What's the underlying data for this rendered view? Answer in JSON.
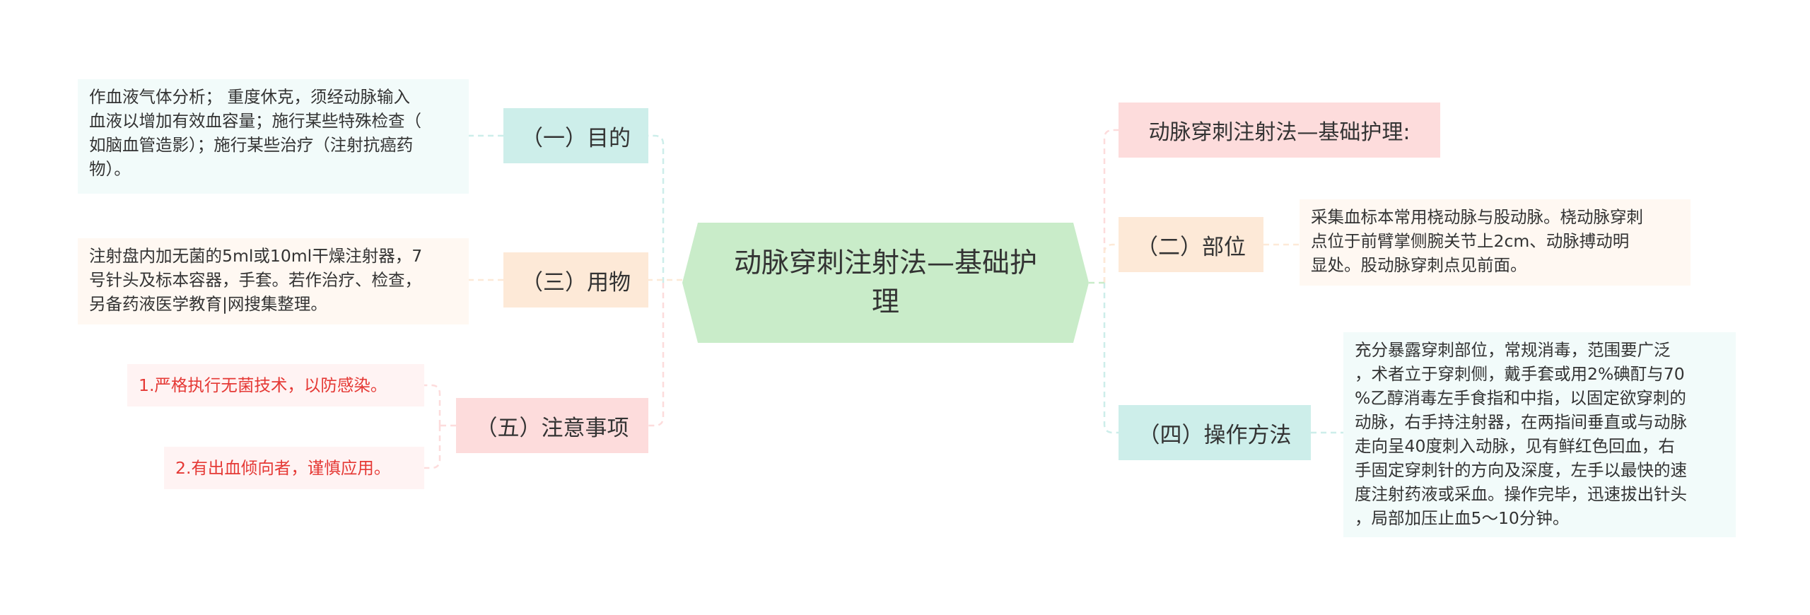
{
  "central": {
    "lines": [
      "动脉穿刺注射法—基础护",
      "理"
    ]
  },
  "colors": {
    "central_fill": "#c9ecc9",
    "cyan": "#cdeeea",
    "orange": "#fde9d7",
    "pink": "#fddcdc",
    "red_text": "#e53935"
  },
  "left": {
    "purpose": {
      "label": "（一）目的",
      "lines": [
        "作血液气体分析；  重度休克，须经动脉输入",
        "血液以增加有效血容量；施行某些特殊检查（",
        "如脑血管造影）；施行某些治疗（注射抗癌药",
        "物）。"
      ]
    },
    "supplies": {
      "label": "（三）用物",
      "lines": [
        "注射盘内加无菌的5ml或10ml干燥注射器，7",
        "号针头及标本容器，手套。若作治疗、检查，",
        "另备药液医学教育|网搜集整理。"
      ]
    },
    "notes": {
      "label": "（五）注意事项",
      "items": [
        "1.严格执行无菌技术，以防感染。",
        "2.有出血倾向者，谨慎应用。"
      ]
    }
  },
  "right": {
    "title": {
      "label": "动脉穿刺注射法—基础护理:"
    },
    "site": {
      "label": "（二）部位",
      "lines": [
        "采集血标本常用桡动脉与股动脉。桡动脉穿刺",
        "点位于前臂掌侧腕关节上2cm、动脉搏动明",
        "显处。股动脉穿刺点见前面。"
      ]
    },
    "method": {
      "label": "（四）操作方法",
      "lines": [
        " 充分暴露穿刺部位，常规消毒，范围要广泛",
        "，术者立于穿刺侧，戴手套或用2%碘酊与70",
        "%乙醇消毒左手食指和中指，以固定欲穿刺的",
        "动脉，右手持注射器，在两指间垂直或与动脉",
        "走向呈40度刺入动脉，见有鲜红色回血，右",
        "手固定穿刺针的方向及深度，左手以最快的速",
        "度注射药液或采血。操作完毕，迅速拔出针头",
        "，局部加压止血5～10分钟。"
      ]
    }
  }
}
